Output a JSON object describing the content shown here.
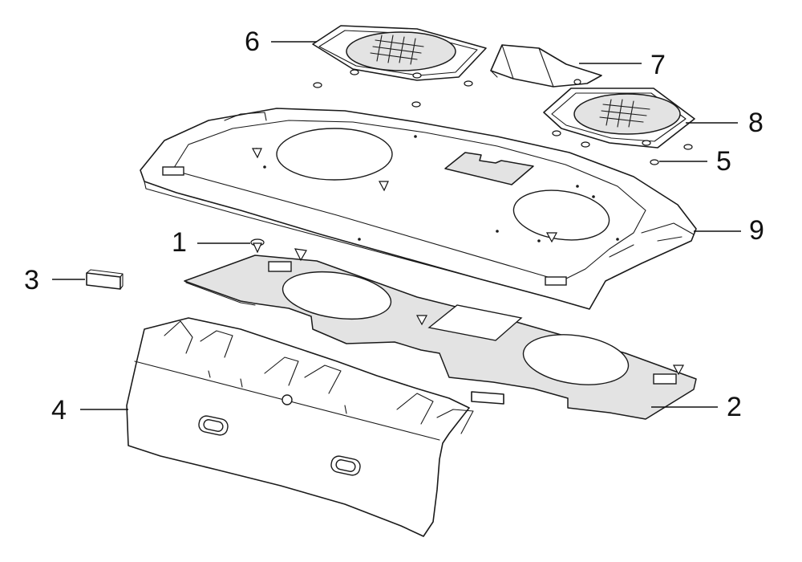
{
  "callouts": [
    {
      "id": "1",
      "label": "1",
      "part": "push-clip"
    },
    {
      "id": "2",
      "label": "2",
      "part": "lower-insulator-panel"
    },
    {
      "id": "3",
      "label": "3",
      "part": "foam-pad"
    },
    {
      "id": "4",
      "label": "4",
      "part": "rear-trim-panel"
    },
    {
      "id": "5",
      "label": "5",
      "part": "small-clip"
    },
    {
      "id": "6",
      "label": "6",
      "part": "left-speaker-grille"
    },
    {
      "id": "7",
      "label": "7",
      "part": "center-cover"
    },
    {
      "id": "8",
      "label": "8",
      "part": "right-speaker-grille"
    },
    {
      "id": "9",
      "label": "9",
      "part": "package-tray"
    }
  ]
}
